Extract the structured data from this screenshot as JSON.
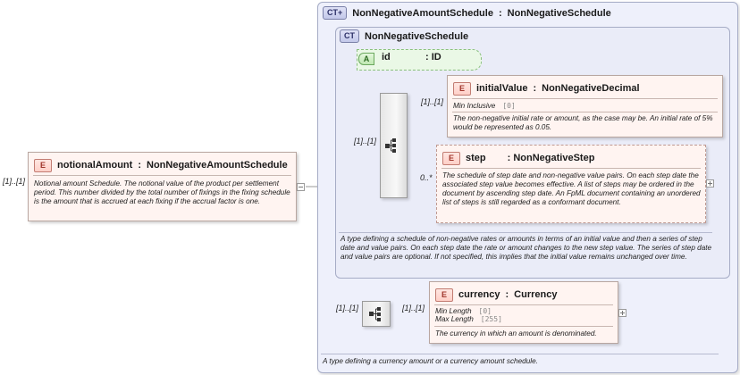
{
  "root_element": {
    "multiplicity": "[1]..[1]",
    "badge": "E",
    "name": "notionalAmount",
    "type": "NonNegativeAmountSchedule",
    "description": "Notional amount Schedule. The notional value of the product per settlement period. This number divided by the total number of fixings in the fixing schedule is the amount that is accrued at each fixing if the accrual factor is one."
  },
  "outer_type": {
    "badge": "CT",
    "name": "NonNegativeAmountSchedule",
    "base": "NonNegativeSchedule",
    "description": "A type defining a currency amount or a currency amount schedule."
  },
  "inner_type": {
    "badge": "CT",
    "name": "NonNegativeSchedule",
    "description": "A type defining a schedule of non-negative rates or amounts in terms of an initial value and then a series of step date and value pairs. On each step date the rate or amount changes to the new step value. The series of step date and value pairs are optional. If not specified, this implies that the initial value remains unchanged over time."
  },
  "attribute_id": {
    "badge": "A",
    "name": "id",
    "type": ": ID"
  },
  "sequence_inner": {
    "multiplicity": "[1]..[1]"
  },
  "initial_value": {
    "multiplicity": "[1]..[1]",
    "badge": "E",
    "name": "initialValue",
    "type": "NonNegativeDecimal",
    "facet_label": "Min Inclusive",
    "facet_value": "[0]",
    "description": "The non-negative initial rate or amount, as the case may be. An initial rate of 5% would be represented as 0.05."
  },
  "step": {
    "multiplicity": "0..*",
    "badge": "E",
    "name": "step",
    "type": ": NonNegativeStep",
    "description": "The schedule of step date and non-negative value pairs. On each step date the associated step value becomes effective. A list of steps may be ordered in the document by ascending step date. An FpML document containing an unordered list of steps is still regarded as a conformant document."
  },
  "sequence_outer": {
    "multiplicity": "[1]..[1]"
  },
  "currency": {
    "multiplicity": "[1]..[1]",
    "badge": "E",
    "name": "currency",
    "type": "Currency",
    "facets": [
      {
        "label": "Min Length",
        "value": "[0]"
      },
      {
        "label": "Max Length",
        "value": "[255]"
      }
    ],
    "description": "The currency in which an amount is denominated."
  },
  "type_separator": ":"
}
